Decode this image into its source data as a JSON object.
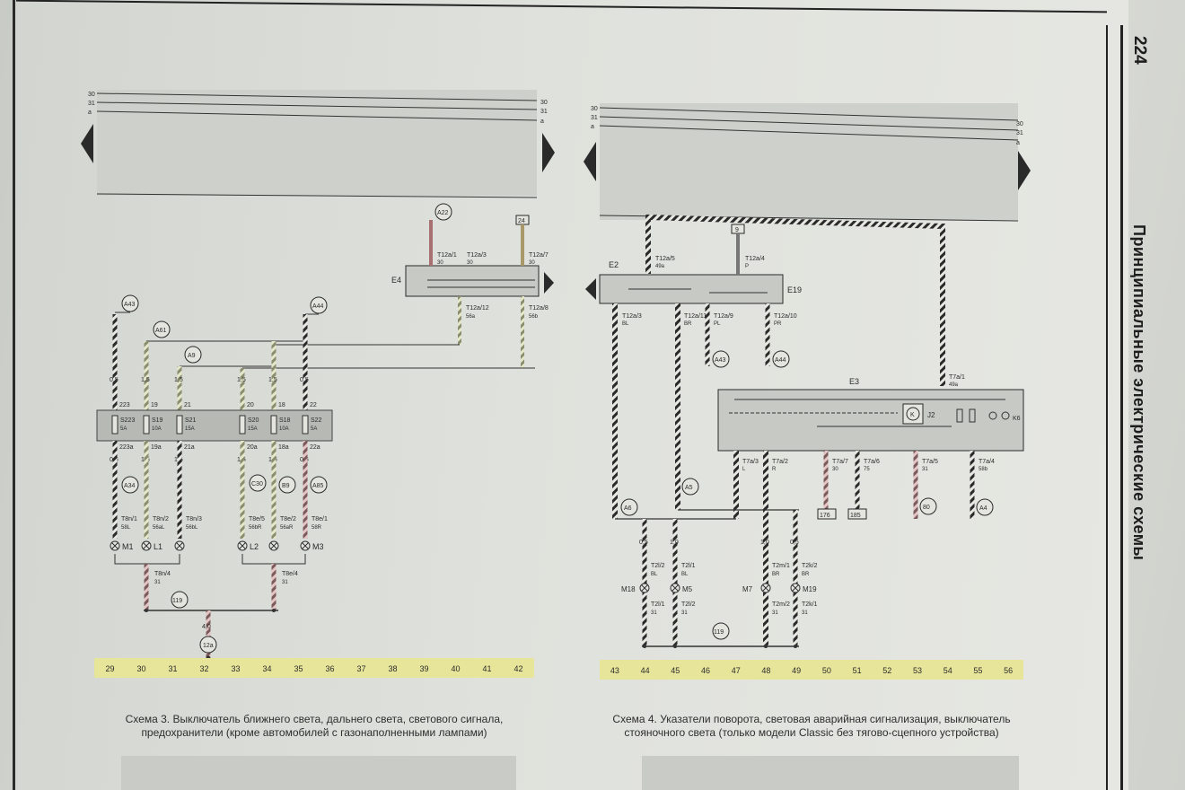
{
  "page_number": "224",
  "section_title": "Принципиальные электрические схемы",
  "bus_labels": [
    "30",
    "31",
    "a"
  ],
  "scheme3": {
    "caption": "Схема 3. Выключатель ближнего света, дальнего света, светового сигнала, предохранители (кроме автомобилей с газонаполненными лампами)",
    "ruler": [
      "29",
      "30",
      "31",
      "32",
      "33",
      "34",
      "35",
      "36",
      "37",
      "38",
      "39",
      "40",
      "41",
      "42"
    ],
    "fuses": [
      {
        "id": "S223",
        "rating": "5A",
        "in": "223",
        "out": "223a"
      },
      {
        "id": "S19",
        "rating": "10A",
        "in": "19",
        "out": "19a"
      },
      {
        "id": "S21",
        "rating": "15A",
        "in": "21",
        "out": "21a"
      },
      {
        "id": "S20",
        "rating": "15A",
        "in": "20",
        "out": "20a"
      },
      {
        "id": "S18",
        "rating": "10A",
        "in": "18",
        "out": "18a"
      },
      {
        "id": "S22",
        "rating": "5A",
        "in": "22",
        "out": "22a"
      }
    ],
    "top_refs": [
      "A43",
      "A61",
      "A9",
      "A44"
    ],
    "bottom_refs": [
      "A34",
      "C30",
      "B9",
      "A85"
    ],
    "lamps": [
      {
        "id": "M1",
        "conn": "T8n/1",
        "wire": "58L"
      },
      {
        "id": "L1",
        "conn": "T8n/2",
        "wire": "56aL"
      },
      {
        "conn": "T8n/3",
        "wire": "56bL"
      },
      {
        "id": "L2",
        "conn": "T8e/5",
        "wire": "56bR"
      },
      {
        "conn": "T8e/2",
        "wire": "56aR"
      },
      {
        "id": "M3",
        "conn": "T8e/1",
        "wire": "58R"
      }
    ],
    "ground_conns": [
      "T8n/4",
      "T8e/4"
    ],
    "ground_wire": "31",
    "ground_ref": "119",
    "ground_point": "12a",
    "switch": {
      "id": "E4",
      "ref_top": "A22",
      "box_ref": "24",
      "pins": [
        {
          "id": "T12a/1",
          "wire": "30"
        },
        {
          "id": "T12a/3",
          "wire": "30"
        },
        {
          "id": "T12a/7",
          "wire": "30"
        },
        {
          "id": "T12a/12",
          "wire": "56a"
        },
        {
          "id": "T12a/8",
          "wire": "56b"
        }
      ]
    },
    "wire_sizes": [
      "0,5",
      "1,5",
      "4,0"
    ]
  },
  "scheme4": {
    "caption": "Схема 4. Указатели поворота, световая аварийная сигнализация, выключатель стояночного света (только модели Classic без тягово-сцепного устройства)",
    "ruler": [
      "43",
      "44",
      "45",
      "46",
      "47",
      "48",
      "49",
      "50",
      "51",
      "52",
      "53",
      "54",
      "55",
      "56"
    ],
    "switch_e2": {
      "id": "E2",
      "pin": "T12a/5",
      "wire": "49a"
    },
    "switch_e19": {
      "id": "E19",
      "pin": "T12a/4",
      "wire": "P",
      "box_ref": "9"
    },
    "outputs": [
      {
        "pin": "T12a/3",
        "wire": "BL"
      },
      {
        "pin": "T12a/11",
        "wire": "BR"
      },
      {
        "pin": "T12a/9",
        "wire": "PL",
        "ref": "A43"
      },
      {
        "pin": "T12a/10",
        "wire": "PR",
        "ref": "A44"
      }
    ],
    "relay_unit": {
      "id": "E3",
      "relay": "J2",
      "indicator": "K6",
      "pin_in": "T7a/1",
      "wire_in": "49a"
    },
    "relay_pins": [
      {
        "pin": "T7a/3",
        "wire": "L"
      },
      {
        "pin": "T7a/2",
        "wire": "R"
      },
      {
        "pin": "T7a/7",
        "wire": "30",
        "ref": "176"
      },
      {
        "pin": "T7a/6",
        "wire": "75",
        "ref": "185"
      },
      {
        "pin": "T7a/5",
        "wire": "31",
        "ref": "80"
      },
      {
        "pin": "T7a/4",
        "wire": "58b",
        "ref": "A4"
      }
    ],
    "bus_refs": [
      "A6",
      "A5"
    ],
    "lamps": [
      {
        "id": "M18",
        "top": "T2l/2",
        "wire": "BL",
        "bot": "T2l/1"
      },
      {
        "id": "M5",
        "top": "T2l/1",
        "wire": "BL",
        "bot": "T2l/2"
      },
      {
        "id": "M7",
        "top": "T2m/1",
        "wire": "BR",
        "bot": "T2m/2"
      },
      {
        "id": "M19",
        "top": "T2k/2",
        "wire": "BR",
        "bot": "T2k/1"
      }
    ],
    "ground_wire": "31",
    "ground_ref": "119",
    "wire_sizes": [
      "0,5",
      "1,0"
    ]
  },
  "colors": {
    "ink": "#2a2a2a",
    "ruler": "#e7e59a",
    "panel": "#c7cac4"
  }
}
